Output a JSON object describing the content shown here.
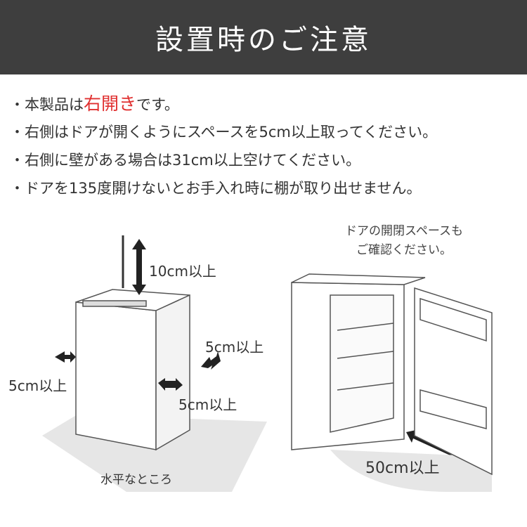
{
  "title": "設置時のご注意",
  "notes": [
    {
      "prefix": "・本製品は",
      "highlight": "右開き",
      "suffix": "です。"
    },
    {
      "text": "・右側はドアが開くようにスペースを5cm以上取ってください。"
    },
    {
      "text": "・右側に壁がある場合は31cm以上空けてください。"
    },
    {
      "text": "・ドアを135度開けないとお手入れ時に棚が取り出せません。"
    }
  ],
  "left_diagram": {
    "top": "10cm以上",
    "right_back": "5cm以上",
    "left": "5cm以上",
    "right": "5cm以上",
    "floor": "水平なところ"
  },
  "right_diagram": {
    "caption_line1": "ドアの開閉スペースも",
    "caption_line2": "ご確認ください。",
    "door": "50cm以上"
  },
  "colors": {
    "header": "#3e3e3e",
    "highlight": "#e03030"
  }
}
